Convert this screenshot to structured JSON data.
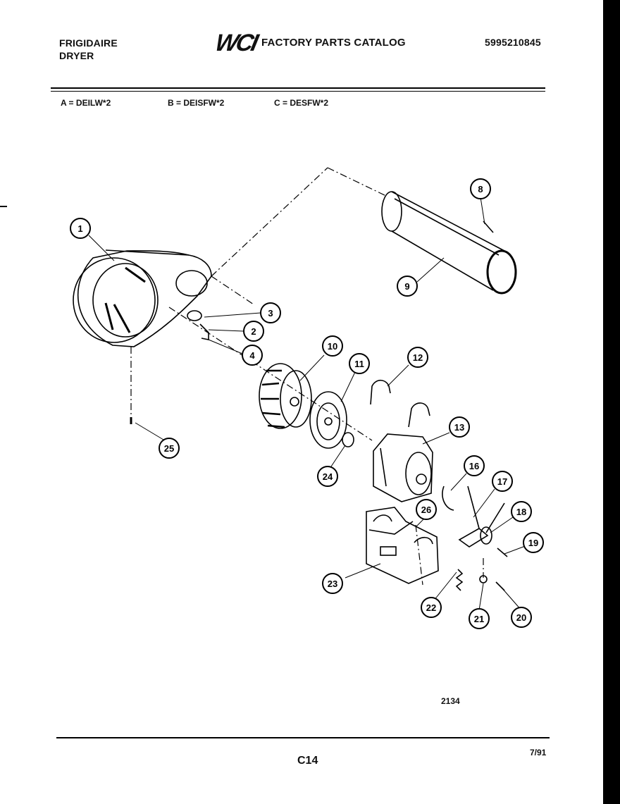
{
  "header": {
    "brand_line1": "FRIGIDAIRE",
    "brand_line2": "DRYER",
    "logo": "WCI",
    "catalog_title": "FACTORY PARTS CATALOG",
    "catalog_number": "5995210845"
  },
  "models": {
    "a": "A = DEILW*2",
    "b": "B = DEISFW*2",
    "c": "C = DESFW*2"
  },
  "callouts": [
    "1",
    "2",
    "3",
    "4",
    "8",
    "9",
    "10",
    "11",
    "12",
    "13",
    "16",
    "17",
    "18",
    "19",
    "20",
    "21",
    "22",
    "23",
    "24",
    "25",
    "26"
  ],
  "footer": {
    "figure_number": "2134",
    "page": "C14",
    "date": "7/91"
  }
}
